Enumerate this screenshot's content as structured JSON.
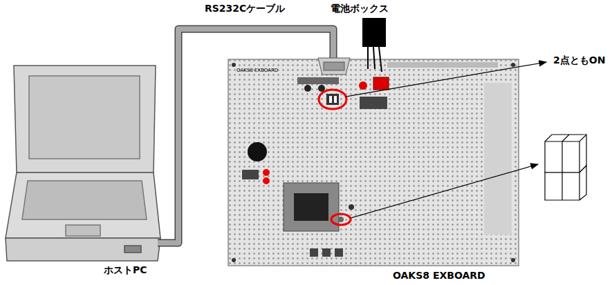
{
  "diagram": {
    "labels": [
      "RS232Cケーブル",
      "電池ボックス",
      "2点ともON",
      "ホストPC",
      "OAKS8 EXBOARD",
      "OAKS8 EXBOARD"
    ]
  }
}
